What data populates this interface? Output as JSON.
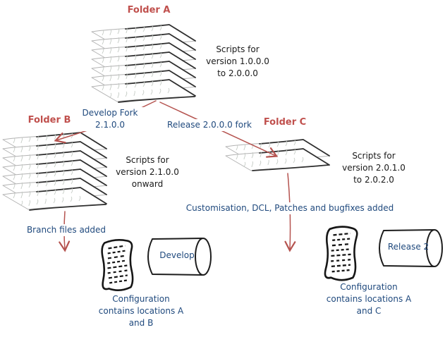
{
  "colors": {
    "folder_label": "#c0504d",
    "arrow": "#b5534f",
    "note": "#1f497d",
    "description": "#1a1a1a"
  },
  "folders": {
    "a": {
      "label": "Folder A",
      "description": "Scripts for\nversion 1.0.0.0\nto 2.0.0.0"
    },
    "b": {
      "label": "Folder B",
      "description": "Scripts for\nversion 2.1.0.0\nonward"
    },
    "c": {
      "label": "Folder C",
      "description": "Scripts for\nversion 2.0.1.0\nto 2.0.2.0"
    }
  },
  "forks": {
    "develop": {
      "label": "Develop Fork\n2.1.0.0"
    },
    "release": {
      "label": "Release 2.0.0.0 fork"
    }
  },
  "annotations": {
    "branch": "Branch files added",
    "customisation": "Customisation, DCL, Patches and bugfixes added"
  },
  "databases": {
    "develop": {
      "label": "Develop"
    },
    "release": {
      "label": "Release 2"
    }
  },
  "configs": {
    "b": {
      "caption": "Configuration\ncontains locations A\nand B"
    },
    "c": {
      "caption": "Configuration\ncontains locations A\nand C"
    }
  }
}
